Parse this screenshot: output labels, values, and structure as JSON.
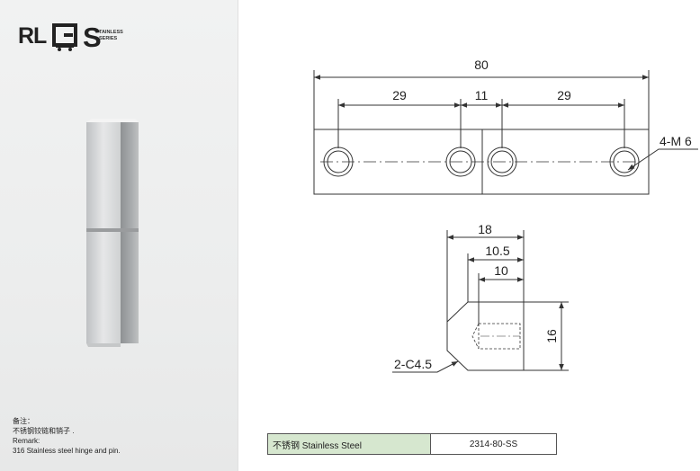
{
  "logo": {
    "letters_rl": "RL",
    "letter_s": "S",
    "tagline_line1": "TAINLESS",
    "tagline_line2": "SERIES"
  },
  "remark": {
    "label_cn": "备注：",
    "text_cn": "不锈钢铰链和销子 .",
    "label_en": "Remark:",
    "text_en": "316 Stainless steel hinge and pin."
  },
  "top_view": {
    "overall_length": "80",
    "spacing_left": "29",
    "spacing_middle": "11",
    "spacing_right": "29",
    "hole_callout": "4-M 6"
  },
  "side_view": {
    "width_total": "18",
    "width_mid": "10.5",
    "width_inner": "10",
    "height": "16",
    "chamfer": "2-C4.5"
  },
  "spec_table": {
    "material": "不锈钢 Stainless Steel",
    "part_number": "2314-80-SS"
  },
  "colors": {
    "left_panel_bg": "#eeefef",
    "material_cell_bg": "#d6e7cf",
    "line_color": "#333333"
  }
}
